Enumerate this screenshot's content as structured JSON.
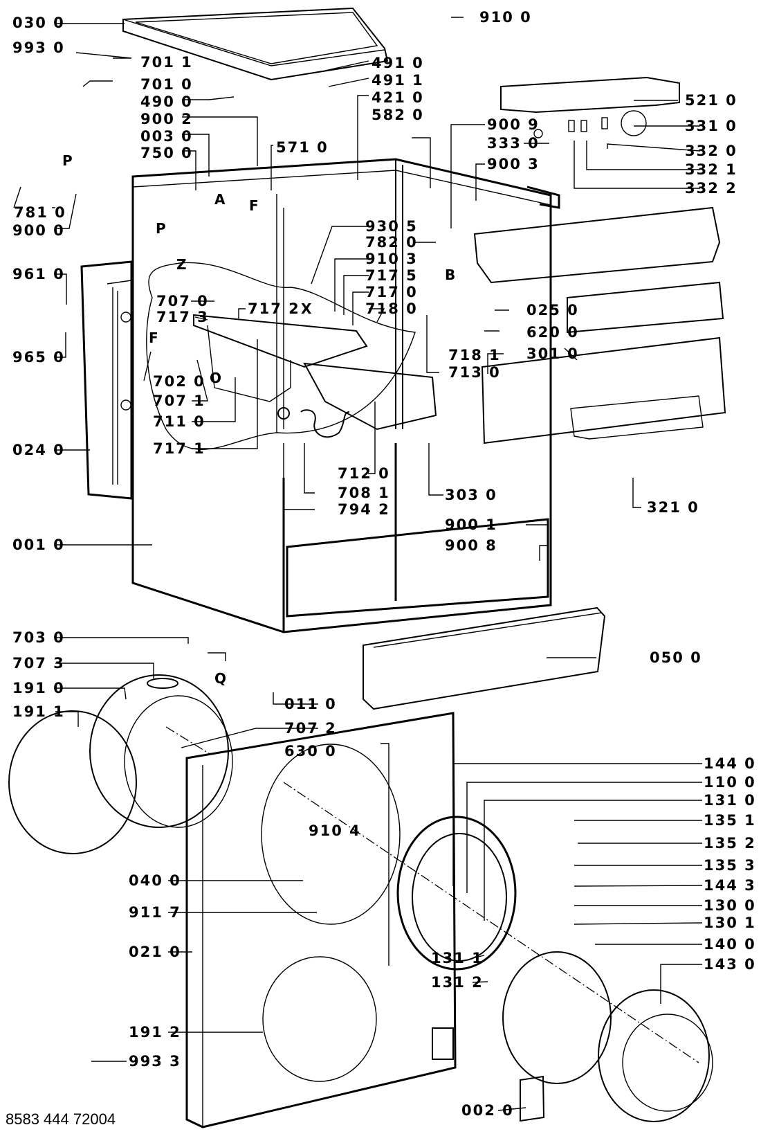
{
  "diagram": {
    "title": "Exploded view – washing machine cabinet, dispenser, control panel and door",
    "document_number": "8583 444 72004",
    "parts": [
      {
        "id": "p0300",
        "label": "030 0"
      },
      {
        "id": "p9930",
        "label": "993 0"
      },
      {
        "id": "p7011",
        "label": "701 1"
      },
      {
        "id": "p7010",
        "label": "701 0"
      },
      {
        "id": "p4900",
        "label": "490 0"
      },
      {
        "id": "p9002",
        "label": "900 2"
      },
      {
        "id": "p0030",
        "label": "003 0"
      },
      {
        "id": "p7500",
        "label": "750 0"
      },
      {
        "id": "p5710",
        "label": "571 0"
      },
      {
        "id": "p4910",
        "label": "491 0"
      },
      {
        "id": "p4911",
        "label": "491 1"
      },
      {
        "id": "p4210",
        "label": "421 0"
      },
      {
        "id": "p5820",
        "label": "582 0"
      },
      {
        "id": "p9100",
        "label": "910 0"
      },
      {
        "id": "p5210",
        "label": "521 0"
      },
      {
        "id": "p9009",
        "label": "900 9"
      },
      {
        "id": "p3330",
        "label": "333 0"
      },
      {
        "id": "p9003",
        "label": "900 3"
      },
      {
        "id": "p3310",
        "label": "331 0"
      },
      {
        "id": "p3320",
        "label": "332 0"
      },
      {
        "id": "p3321",
        "label": "332 1"
      },
      {
        "id": "p3322",
        "label": "332 2"
      },
      {
        "id": "p7810",
        "label": "781 0"
      },
      {
        "id": "p9000",
        "label": "900 0"
      },
      {
        "id": "p9305",
        "label": "930 5"
      },
      {
        "id": "p7820",
        "label": "782 0"
      },
      {
        "id": "p9103",
        "label": "910 3"
      },
      {
        "id": "p7175",
        "label": "717 5"
      },
      {
        "id": "p7170",
        "label": "717 0"
      },
      {
        "id": "p7180",
        "label": "718 0"
      },
      {
        "id": "p9610",
        "label": "961 0"
      },
      {
        "id": "p9650",
        "label": "965 0"
      },
      {
        "id": "p7070",
        "label": "707 0"
      },
      {
        "id": "p7173",
        "label": "717 3"
      },
      {
        "id": "p7172",
        "label": "717 2"
      },
      {
        "id": "p7020",
        "label": "702 0"
      },
      {
        "id": "p7071",
        "label": "707 1"
      },
      {
        "id": "p7110",
        "label": "711 0"
      },
      {
        "id": "p7171",
        "label": "717 1"
      },
      {
        "id": "p0240",
        "label": "024 0"
      },
      {
        "id": "p0250",
        "label": "025 0"
      },
      {
        "id": "p6200",
        "label": "620 0"
      },
      {
        "id": "p3010",
        "label": "301 0"
      },
      {
        "id": "p7181",
        "label": "718 1"
      },
      {
        "id": "p7130",
        "label": "713 0"
      },
      {
        "id": "p7120",
        "label": "712 0"
      },
      {
        "id": "p7081",
        "label": "708 1"
      },
      {
        "id": "p7942",
        "label": "794 2"
      },
      {
        "id": "p3030",
        "label": "303 0"
      },
      {
        "id": "p3210",
        "label": "321 0"
      },
      {
        "id": "p9001",
        "label": "900 1"
      },
      {
        "id": "p9008",
        "label": "900 8"
      },
      {
        "id": "p0010",
        "label": "001 0"
      },
      {
        "id": "p7030",
        "label": "703 0"
      },
      {
        "id": "p7073",
        "label": "707 3"
      },
      {
        "id": "p1910",
        "label": "191 0"
      },
      {
        "id": "p1911",
        "label": "191 1"
      },
      {
        "id": "p0110",
        "label": "011 0"
      },
      {
        "id": "p7072",
        "label": "707 2"
      },
      {
        "id": "p6300",
        "label": "630 0"
      },
      {
        "id": "p0500",
        "label": "050 0"
      },
      {
        "id": "p1440",
        "label": "144 0"
      },
      {
        "id": "p1100",
        "label": "110 0"
      },
      {
        "id": "p1310",
        "label": "131 0"
      },
      {
        "id": "p1351",
        "label": "135 1"
      },
      {
        "id": "p1352",
        "label": "135 2"
      },
      {
        "id": "p1353",
        "label": "135 3"
      },
      {
        "id": "p1443",
        "label": "144 3"
      },
      {
        "id": "p1300",
        "label": "130 0"
      },
      {
        "id": "p1301",
        "label": "130 1"
      },
      {
        "id": "p1400",
        "label": "140 0"
      },
      {
        "id": "p1430",
        "label": "143 0"
      },
      {
        "id": "p9104",
        "label": "910 4"
      },
      {
        "id": "p0400",
        "label": "040 0"
      },
      {
        "id": "p9117",
        "label": "911 7"
      },
      {
        "id": "p0210",
        "label": "021 0"
      },
      {
        "id": "p1311",
        "label": "131 1"
      },
      {
        "id": "p1312",
        "label": "131 2"
      },
      {
        "id": "p1912",
        "label": "191 2"
      },
      {
        "id": "p9933",
        "label": "993 3"
      },
      {
        "id": "p0020",
        "label": "002 0"
      }
    ],
    "reference_letters": {
      "P1": "P",
      "P2": "P",
      "A": "A",
      "F1": "F",
      "F2": "F",
      "Z": "Z",
      "B": "B",
      "X": "X",
      "Q": "Q",
      "O": "O"
    }
  }
}
